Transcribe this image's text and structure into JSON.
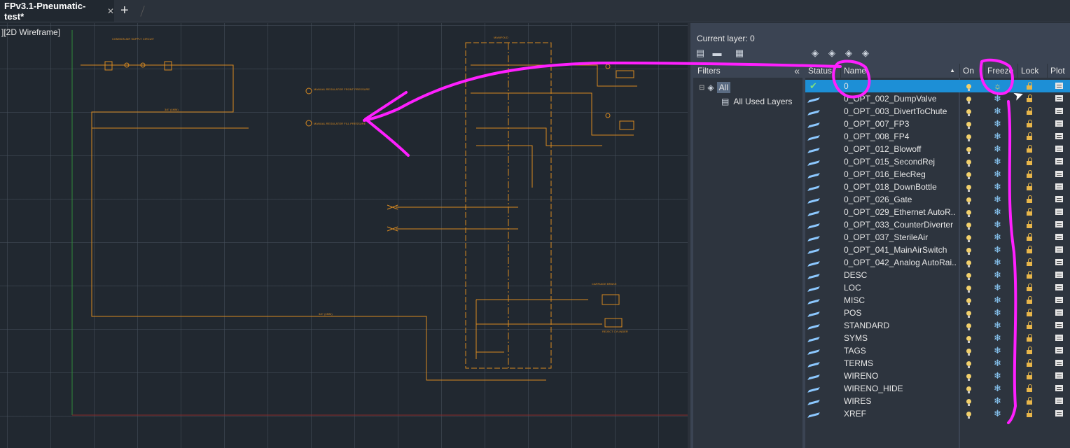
{
  "tab": {
    "title": "FPv3.1-Pneumatic-test*",
    "close": "✕",
    "new": "+"
  },
  "viewport": {
    "label": "][2D Wireframe]"
  },
  "drawing_text": {
    "common_air": "COMMON AIR SUPPLY CIRCUIT",
    "manifold": "MANIFOLD",
    "manual_reg_1": "MANUAL REGULATOR FRONT PRESSURE",
    "manual_reg_2": "MANUAL REGULATOR FILL PRESSURE",
    "pipe_main": "3/4\" (4MM)",
    "pipe_bottom": "3/4\" (4MM)",
    "carriage_brake": "CARRIAGE BRAKE",
    "reject_cylinder": "REJECT CYLINDER"
  },
  "panel": {
    "current_layer": "Current layer: 0",
    "filters_label": "Filters",
    "collapse": "«",
    "tree": {
      "all": "All",
      "all_used": "All Used Layers"
    },
    "headers": {
      "status": "Status",
      "name": "Name",
      "on": "On",
      "freeze": "Freeze",
      "lock": "Lock",
      "plot": "Plot",
      "sort": "▲"
    }
  },
  "layers": [
    {
      "name": "0",
      "current": true,
      "freeze": "sun"
    },
    {
      "name": "0_OPT_002_DumpValve"
    },
    {
      "name": "0_OPT_003_DivertToChute"
    },
    {
      "name": "0_OPT_007_FP3"
    },
    {
      "name": "0_OPT_008_FP4"
    },
    {
      "name": "0_OPT_012_Blowoff"
    },
    {
      "name": "0_OPT_015_SecondRej"
    },
    {
      "name": "0_OPT_016_ElecReg"
    },
    {
      "name": "0_OPT_018_DownBottle"
    },
    {
      "name": "0_OPT_026_Gate"
    },
    {
      "name": "0_OPT_029_Ethernet AutoR..."
    },
    {
      "name": "0_OPT_033_CounterDiverter"
    },
    {
      "name": "0_OPT_037_SterileAir"
    },
    {
      "name": "0_OPT_041_MainAirSwitch"
    },
    {
      "name": "0_OPT_042_Analog AutoRai..."
    },
    {
      "name": "DESC"
    },
    {
      "name": "LOC"
    },
    {
      "name": "MISC"
    },
    {
      "name": "POS"
    },
    {
      "name": "STANDARD"
    },
    {
      "name": "SYMS"
    },
    {
      "name": "TAGS"
    },
    {
      "name": "TERMS"
    },
    {
      "name": "WIRENO"
    },
    {
      "name": "WIRENO_HIDE"
    },
    {
      "name": "WIRES"
    },
    {
      "name": "XREF"
    }
  ],
  "icons": {
    "check": "✔",
    "snowflake": "❄",
    "sun": "☼",
    "cursor": "➤"
  },
  "colors": {
    "drawing": "#d98a20",
    "annotation": "#ff1fff",
    "selection": "#1d8fd6"
  }
}
